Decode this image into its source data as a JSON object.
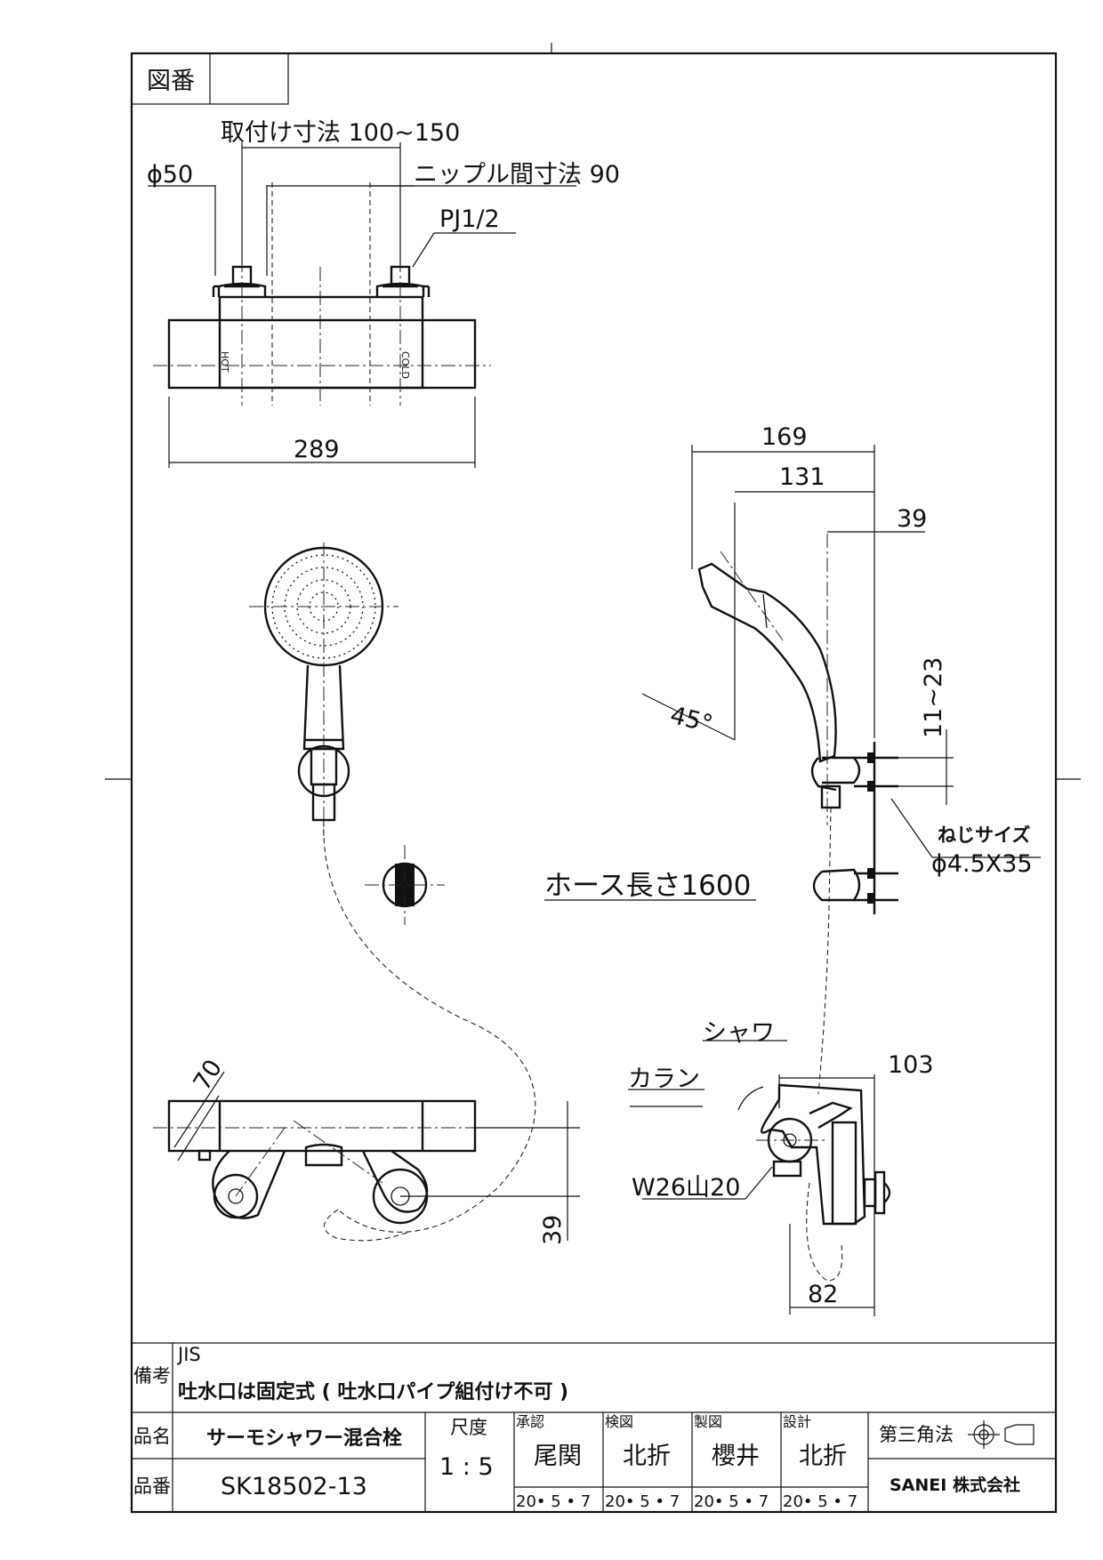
{
  "title_block": {
    "drawing_no_label": "図番",
    "remarks_label": "備考",
    "remarks_line1": "JIS",
    "remarks_line2": "吐水口は固定式 ( 吐水口パイプ組付け不可 )",
    "product_name_label": "品名",
    "product_name": "サーモシャワー混合栓",
    "product_no_label": "品番",
    "product_no": "SK18502-13",
    "scale_label": "尺度",
    "scale": "1 : 5",
    "approval_label": "承認",
    "approval_name": "尾関",
    "approval_date": "20• 5 • 7",
    "check_label": "検図",
    "check_name": "北折",
    "check_date": "20• 5 • 7",
    "draft_label": "製図",
    "draft_name": "櫻井",
    "draft_date": "20• 5 • 7",
    "design_label": "設計",
    "design_name": "北折",
    "design_date": "20• 5 • 7",
    "projection": "第三角法",
    "company": "SANEI 株式会社"
  },
  "dimensions": {
    "mount_pitch": "取付け寸法 100~150",
    "diameter_50": "ϕ50",
    "nipple_pitch": "ニップル間寸法 90",
    "pj_thread": "PJ1/2",
    "body_length": "289",
    "d169": "169",
    "d131": "131",
    "d39_top": "39",
    "angle": "45°",
    "range_11_23": "11~23",
    "screw_size_label": "ねじサイズ",
    "screw_size": "ϕ4.5X35",
    "hose_length": "ホース長さ1600",
    "shower_label": "シャワ",
    "spout_label": "カラン",
    "d103": "103",
    "d70": "70",
    "d39_bottom": "39",
    "w26_thread": "W26山20",
    "d82": "82"
  }
}
